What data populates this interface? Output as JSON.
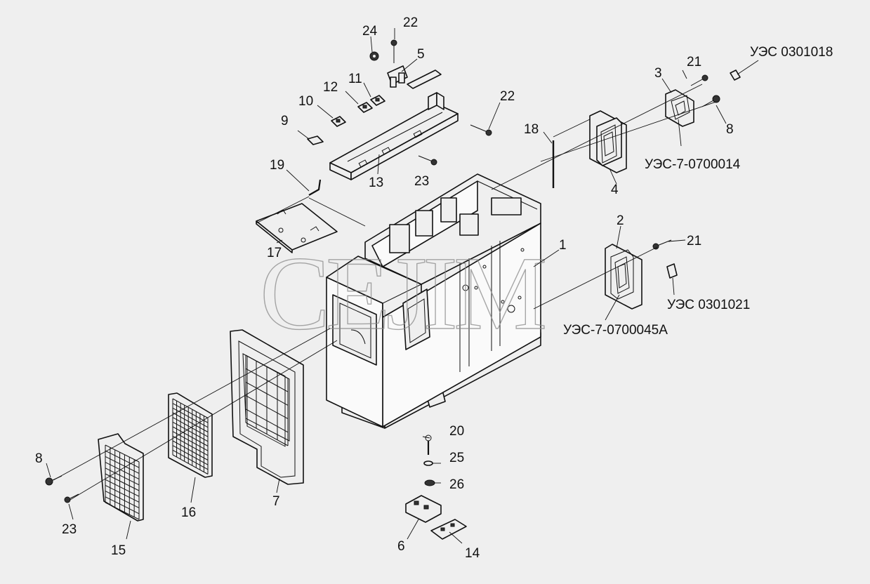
{
  "watermark": "CEJIM",
  "callouts": {
    "c1": "1",
    "c2": "2",
    "c3": "3",
    "c4": "4",
    "c5": "5",
    "c6": "6",
    "c7": "7",
    "c8a": "8",
    "c8b": "8",
    "c9": "9",
    "c10": "10",
    "c11": "11",
    "c12": "12",
    "c13": "13",
    "c14": "14",
    "c15": "15",
    "c16": "16",
    "c17": "17",
    "c18": "18",
    "c19": "19",
    "c20": "20",
    "c21a": "21",
    "c21b": "21",
    "c22a": "22",
    "c22b": "22",
    "c23a": "23",
    "c23b": "23",
    "c24": "24",
    "c25": "25",
    "c26": "26"
  },
  "references": {
    "r1": "УЭС 0301018",
    "r2": "УЭС-7-0700014",
    "r3": "УЭС 0301021",
    "r4": "УЭС-7-0700045А"
  }
}
